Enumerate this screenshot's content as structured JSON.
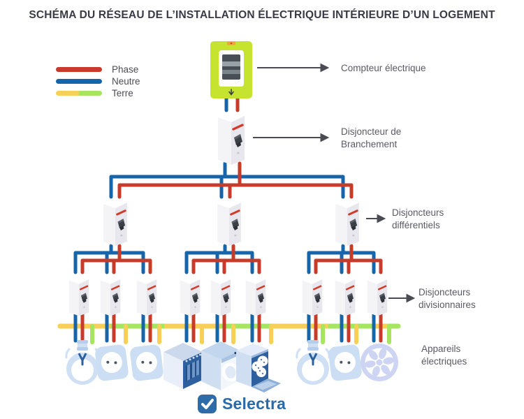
{
  "title": "SCHÉMA DU RÉSEAU DE L’INSTALLATION ÉLECTRIQUE INTÉRIEURE D’UN LOGEMENT",
  "legend": {
    "items": [
      {
        "label": "Phase",
        "color": "#c63b2a"
      },
      {
        "label": "Neutre",
        "color": "#1765a8"
      },
      {
        "label": "Terre",
        "color_start": "#f8cf57",
        "color_end": "#a6e55f"
      }
    ]
  },
  "annotations": {
    "compteur": {
      "lines": [
        "Compteur électrique"
      ]
    },
    "branchement": {
      "lines": [
        "Disjoncteur de",
        "Branchement"
      ]
    },
    "differentiels": {
      "lines": [
        "Disjoncteurs",
        "différentiels"
      ]
    },
    "divisionnaires": {
      "lines": [
        "Disjoncteurs",
        "divisionnaires"
      ]
    },
    "appareils": {
      "lines": [
        "Appareils",
        "électriques"
      ]
    }
  },
  "brand": {
    "name": "Selectra",
    "color": "#2a6aa8"
  },
  "colors": {
    "phase": "#c63b2a",
    "neutre": "#1765a8",
    "terre_yellow": "#f8cf57",
    "terre_green": "#a6e55f",
    "meter_body": "#c6e42f",
    "breaker_stripe": "#d23b2a",
    "appliance_dark_blue": "#2e5f9e",
    "appliance_light_blue": "#cbdef3",
    "arrow": "#4b4b54"
  }
}
